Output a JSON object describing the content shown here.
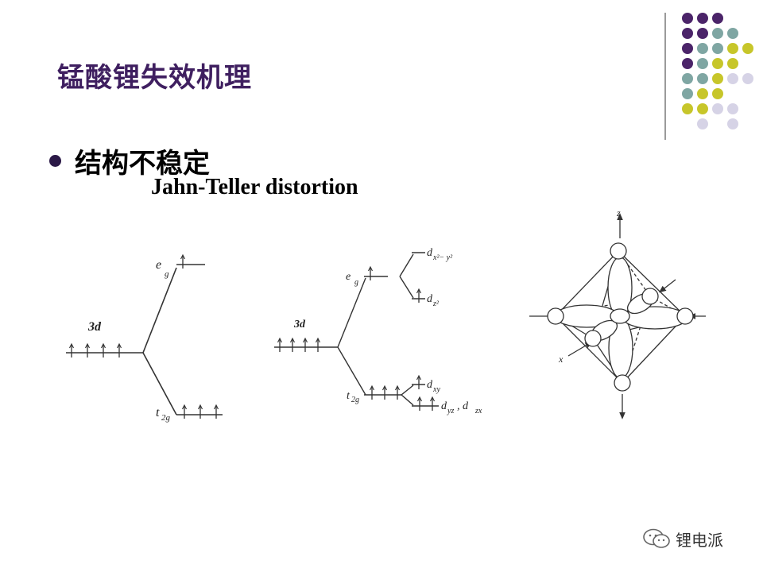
{
  "slide": {
    "title": "锰酸锂失效机理",
    "bullet": "结构不稳定",
    "subtitle": "Jahn-Teller distortion"
  },
  "diagram_left": {
    "level_label": "3d",
    "eg_label": "e",
    "eg_sub": "g",
    "t2g_label": "t",
    "t2g_sub": "2g"
  },
  "diagram_middle": {
    "level_label": "3d",
    "eg_label": "e",
    "eg_sub": "g",
    "t2g_label": "t",
    "t2g_sub": "2g",
    "dx2y2": "d",
    "dx2y2_sub": "x²− y²",
    "dz2": "d",
    "dz2_sub": "z²",
    "dxy": "d",
    "dxy_sub": "xy",
    "dyz_dzx_a": "d",
    "dyz_sub": "yz",
    "dyz_dzx_sep": " , d",
    "dzx_sub": "zx"
  },
  "octahedron": {
    "z_axis": "z",
    "x_axis": "x"
  },
  "watermark": {
    "text": "锂电派",
    "icon": "wechat-icon"
  },
  "colors": {
    "title": "#3f1f60",
    "purple": "#4b2469",
    "teal": "#7fa6a3",
    "olive": "#c7c62a",
    "lavender": "#d6d3e6"
  }
}
